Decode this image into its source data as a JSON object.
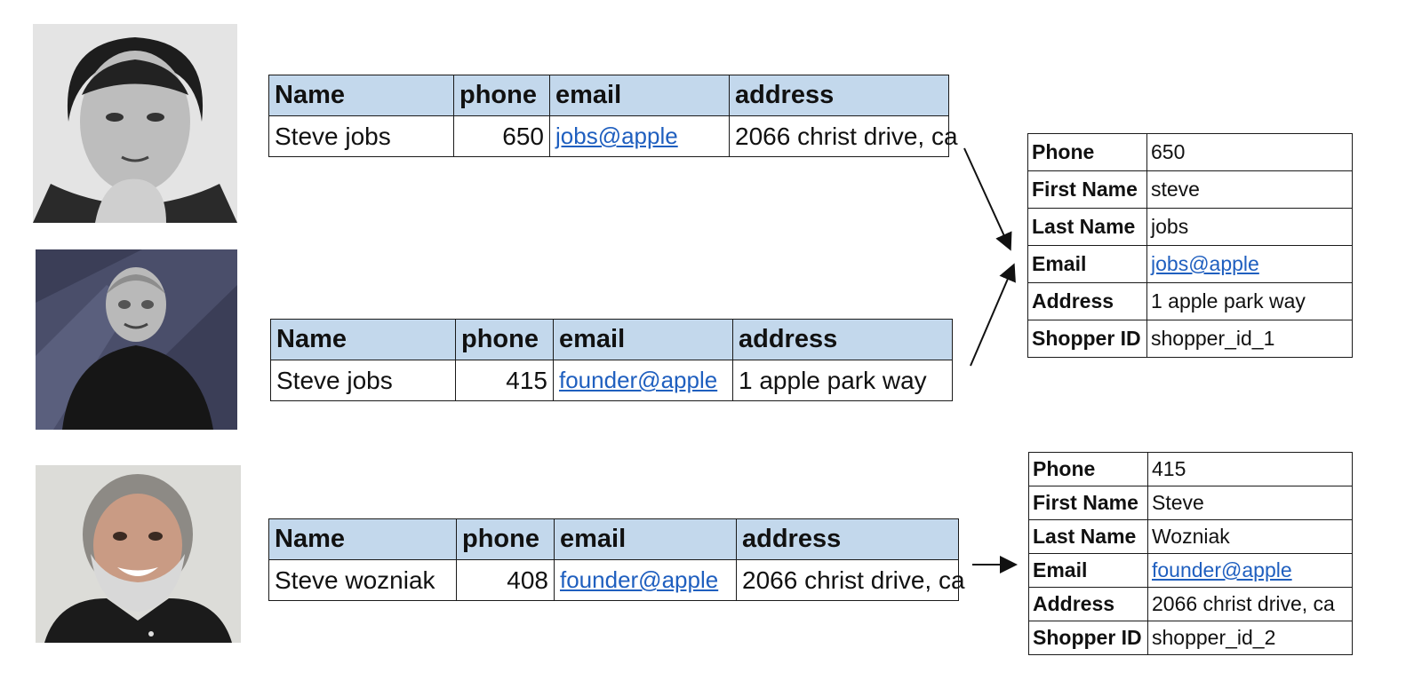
{
  "headers": {
    "name": "Name",
    "phone": "phone",
    "email": "email",
    "address": "address"
  },
  "records": [
    {
      "name": "Steve jobs",
      "phone": "650",
      "email": "jobs@apple",
      "address": "2066 christ drive, ca"
    },
    {
      "name": "Steve jobs",
      "phone": "415",
      "email": "founder@apple",
      "address": "1 apple park way"
    },
    {
      "name": "Steve wozniak",
      "phone": "408",
      "email": "founder@apple",
      "address": "2066 christ drive, ca"
    }
  ],
  "resolved_labels": {
    "phone": "Phone",
    "first_name": "First Name",
    "last_name": "Last Name",
    "email": "Email",
    "address": "Address",
    "shopper_id": "Shopper ID"
  },
  "resolved": [
    {
      "phone": "650",
      "first_name": "steve",
      "last_name": "jobs",
      "email": "jobs@apple",
      "address": "1 apple park way",
      "shopper_id": "shopper_id_1"
    },
    {
      "phone": "415",
      "first_name": "Steve",
      "last_name": "Wozniak",
      "email": "founder@apple",
      "address": "2066 christ drive, ca",
      "shopper_id": "shopper_id_2"
    }
  ],
  "colors": {
    "header_fill": "#c3d8ec",
    "link": "#1f5fbf",
    "border": "#1a1a1a"
  }
}
